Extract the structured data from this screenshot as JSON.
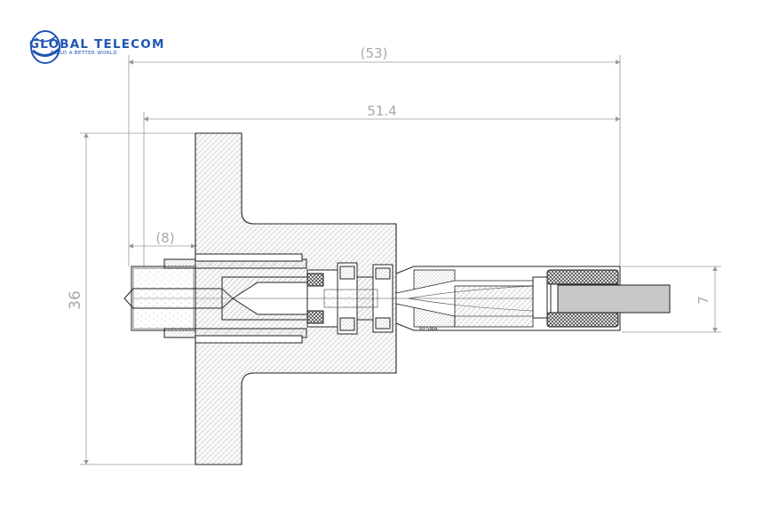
{
  "logo": {
    "name": "GLOBAL TELECOM",
    "tagline": "BUILD A BETTER WORLD",
    "color": "#1f56b3"
  },
  "dimensions": {
    "overall_length": "(53)",
    "body_length": "51.4",
    "offset": "(8)",
    "flange_height": "36",
    "cable_diameter": "7"
  },
  "part_marking": "RFSMA",
  "colors": {
    "outline": "#222222",
    "dimension_line": "#9a9a9a",
    "dimension_text": "#a8a8a8",
    "hatch": "#c2c2c2",
    "dark_hatch": "#555555",
    "cable": "#c8c8c8"
  }
}
